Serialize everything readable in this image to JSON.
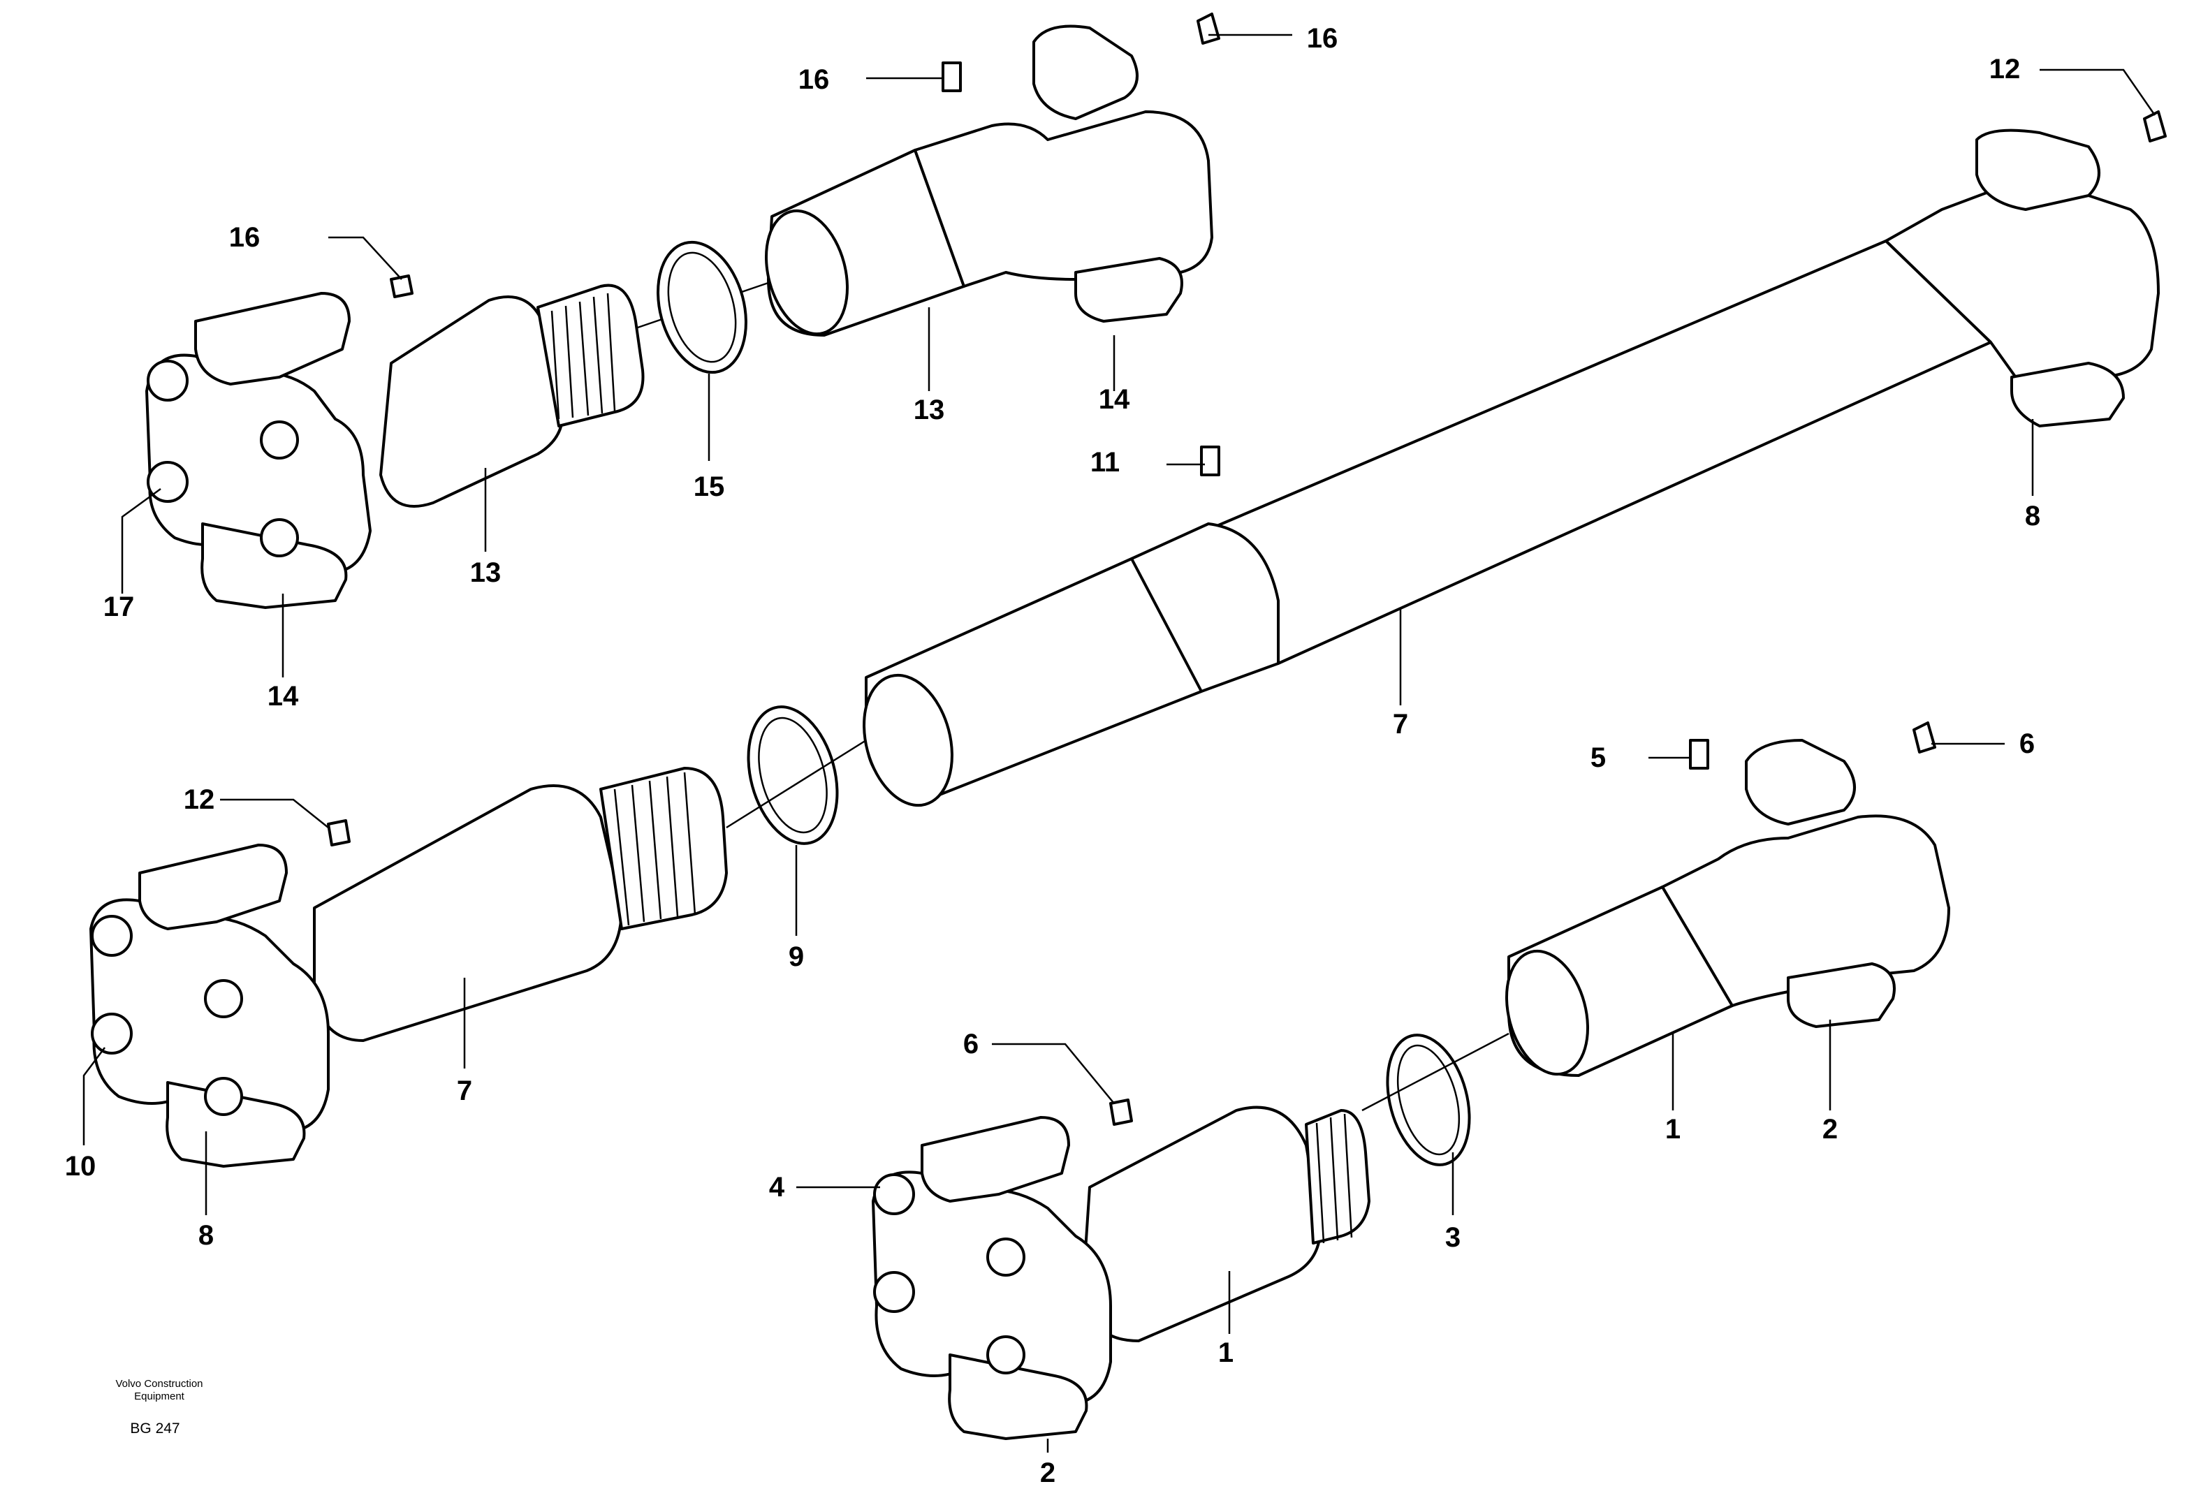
{
  "labels": {
    "l16a": "16",
    "l16b": "16",
    "l16c": "16",
    "l12a": "12",
    "l12b": "12",
    "l13a": "13",
    "l14a": "14",
    "l15": "15",
    "l11": "11",
    "l8a": "8",
    "l17": "17",
    "l13b": "13",
    "l14b": "14",
    "l7a": "7",
    "l5": "5",
    "l6a": "6",
    "l9": "9",
    "l7b": "7",
    "l10": "10",
    "l8b": "8",
    "l6b": "6",
    "l4": "4",
    "l3": "3",
    "l1a": "1",
    "l2a": "2",
    "l1b": "1",
    "l2b": "2"
  },
  "footer": {
    "company_line1": "Volvo Construction",
    "company_line2": "Equipment",
    "drawing_id": "BG 247"
  }
}
